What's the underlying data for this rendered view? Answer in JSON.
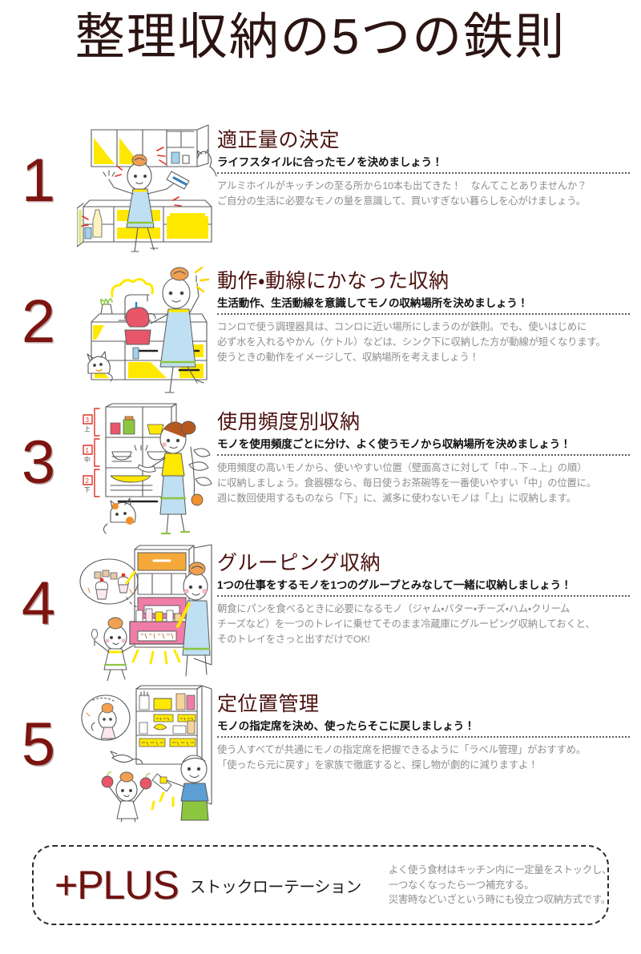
{
  "title": "整理収納の5つの鉄則",
  "accents": {
    "title_color": "#2b1412",
    "number_color": "#7d1410",
    "heading_color": "#4a120f",
    "subtitle_color": "#111111",
    "body_color": "#8d8d8d",
    "illustration_yellow": "#ffe800",
    "illustration_blue": "#8ec8e8",
    "illustration_pink": "#ef7da8",
    "illustration_red": "#e03127",
    "illustration_green": "#8cc63f",
    "illustration_orange": "#f0902a",
    "illustration_ink": "#555555"
  },
  "rules": [
    {
      "number": "1",
      "heading": "適正量の決定",
      "subtitle": "ライフスタイルに合ったモノを決めましょう！",
      "desc": [
        "アルミホイルがキッチンの至る所から10本も出てきた！　なんてことありませんか？",
        "ご自分の生活に必要なモノの量を意識して、買いすぎない暮らしを心がけましょう。"
      ],
      "illustration": "kitchen-cabinets-woman"
    },
    {
      "number": "2",
      "heading": "動作・動線にかなった収納",
      "subtitle": "生活動作、生活動線を意識してモノの収納場所を決めましょう！",
      "desc": [
        "コンロで使う調理器具は、コンロに近い場所にしまうのが鉄則。でも、使いはじめに",
        "必ず水を入れるやかん（ケトル）などは、シンク下に収納した方が動線が短くなります。",
        "使うときの動作をイメージして、収納場所を考えましょう！"
      ],
      "illustration": "sink-kettle-woman"
    },
    {
      "number": "3",
      "heading": "使用頻度別収納",
      "subtitle": "モノを使用頻度ごとに分け、よく使うモノから収納場所を決めましょう！",
      "desc": [
        "使用頻度の高いモノから、使いやすい位置（壁面高さに対して「中→下→上」の順）",
        "に収納しましょう。食器棚なら、毎日使うお茶碗等を一番使いやすい「中」の位置に。",
        "週に数回使用するものなら「下」に、滅多に使わないモノは「上」に収納します。"
      ],
      "illustration": "cupboard-zones-woman",
      "zone_labels": [
        {
          "rank": "3",
          "position": "上"
        },
        {
          "rank": "1",
          "position": "中"
        },
        {
          "rank": "2",
          "position": "下"
        }
      ]
    },
    {
      "number": "4",
      "heading": "グルーピング収納",
      "subtitle": "1つの仕事をするモノを1つのグループとみなして一緒に収納しましょう！",
      "desc": [
        "朝食にパンを食べるときに必要になるモノ（ジャム・バター・チーズ・ハム・クリーム",
        "チーズなど）を一つのトレイに乗せてそのまま冷蔵庫にグルーピング収納しておくと、",
        "そのトレイをさっと出すだけでOK!"
      ],
      "illustration": "fridge-tray-mother-child"
    },
    {
      "number": "5",
      "heading": "定位置管理",
      "subtitle": "モノの指定席を決め、使ったらそこに戻しましょう！",
      "desc": [
        "使う人すべてが共通にモノの指定席を把握できるように「ラベル管理」がおすすめ。",
        "「使ったら元に戻す」を家族で徹底すると、探し物が劇的に減りますよ！"
      ],
      "illustration": "pantry-labels-family"
    }
  ],
  "plus": {
    "badge": "+PLUS",
    "label": "ストックローテーション",
    "desc": [
      "よく使う食材はキッチン内に一定量をストックし、",
      "一つなくなったら一つ補充する。",
      "災害時などいざという時にも役立つ収納方式です。"
    ]
  }
}
